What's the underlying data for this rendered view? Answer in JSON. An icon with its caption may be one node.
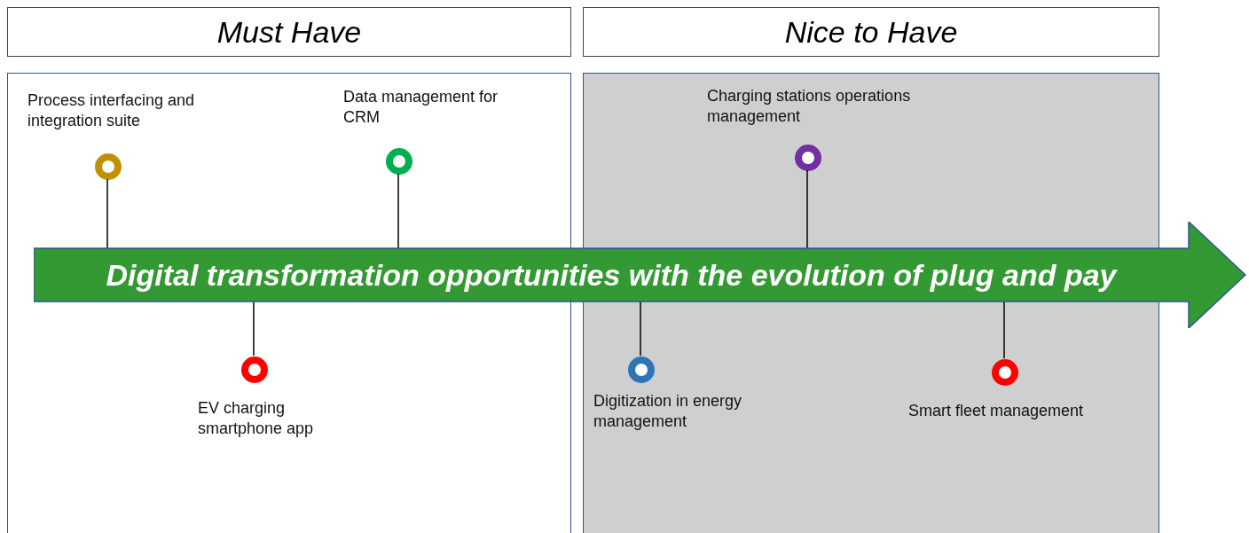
{
  "diagram": {
    "nodes": [
      {
        "text": [
          "Must Have"
        ]
      },
      {
        "text": [
          "Nice to Have"
        ]
      },
      {
        "text": [],
        "shape": "box"
      },
      {
        "text": [],
        "shape": "box"
      },
      {
        "text": [],
        "shape": "circle",
        "in": 2,
        "beside": [
          "Process interfacing and integration suite"
        ]
      },
      {
        "text": [],
        "shape": "circle",
        "in": 2,
        "beside": [
          "Data management for CRM"
        ]
      },
      {
        "text": [],
        "shape": "circle",
        "in": 3,
        "beside": [
          "Charging stations operations management"
        ]
      },
      {
        "text": [
          "Digital transformation opportunities with the evolution of plug and pay"
        ]
      },
      {
        "text": [],
        "shape": "circle",
        "in": 2,
        "beside": [
          "EV charging smartphone app"
        ]
      },
      {
        "text": [],
        "shape": "circle",
        "in": 3,
        "beside": [
          "Digitization in energy management"
        ]
      },
      {
        "text": [],
        "shape": "circle",
        "in": 3,
        "beside": [
          "Smart fleet management"
        ]
      }
    ],
    "edges": [
      {
        "from": 4,
        "to": 7,
        "arrow": "none"
      },
      {
        "from": 5,
        "to": 7,
        "arrow": "none"
      },
      {
        "from": 6,
        "to": 7,
        "arrow": "none"
      },
      {
        "from": 8,
        "to": 7,
        "arrow": "none"
      },
      {
        "from": 9,
        "to": 7,
        "arrow": "none"
      },
      {
        "from": 10,
        "to": 7,
        "arrow": "none"
      }
    ]
  }
}
